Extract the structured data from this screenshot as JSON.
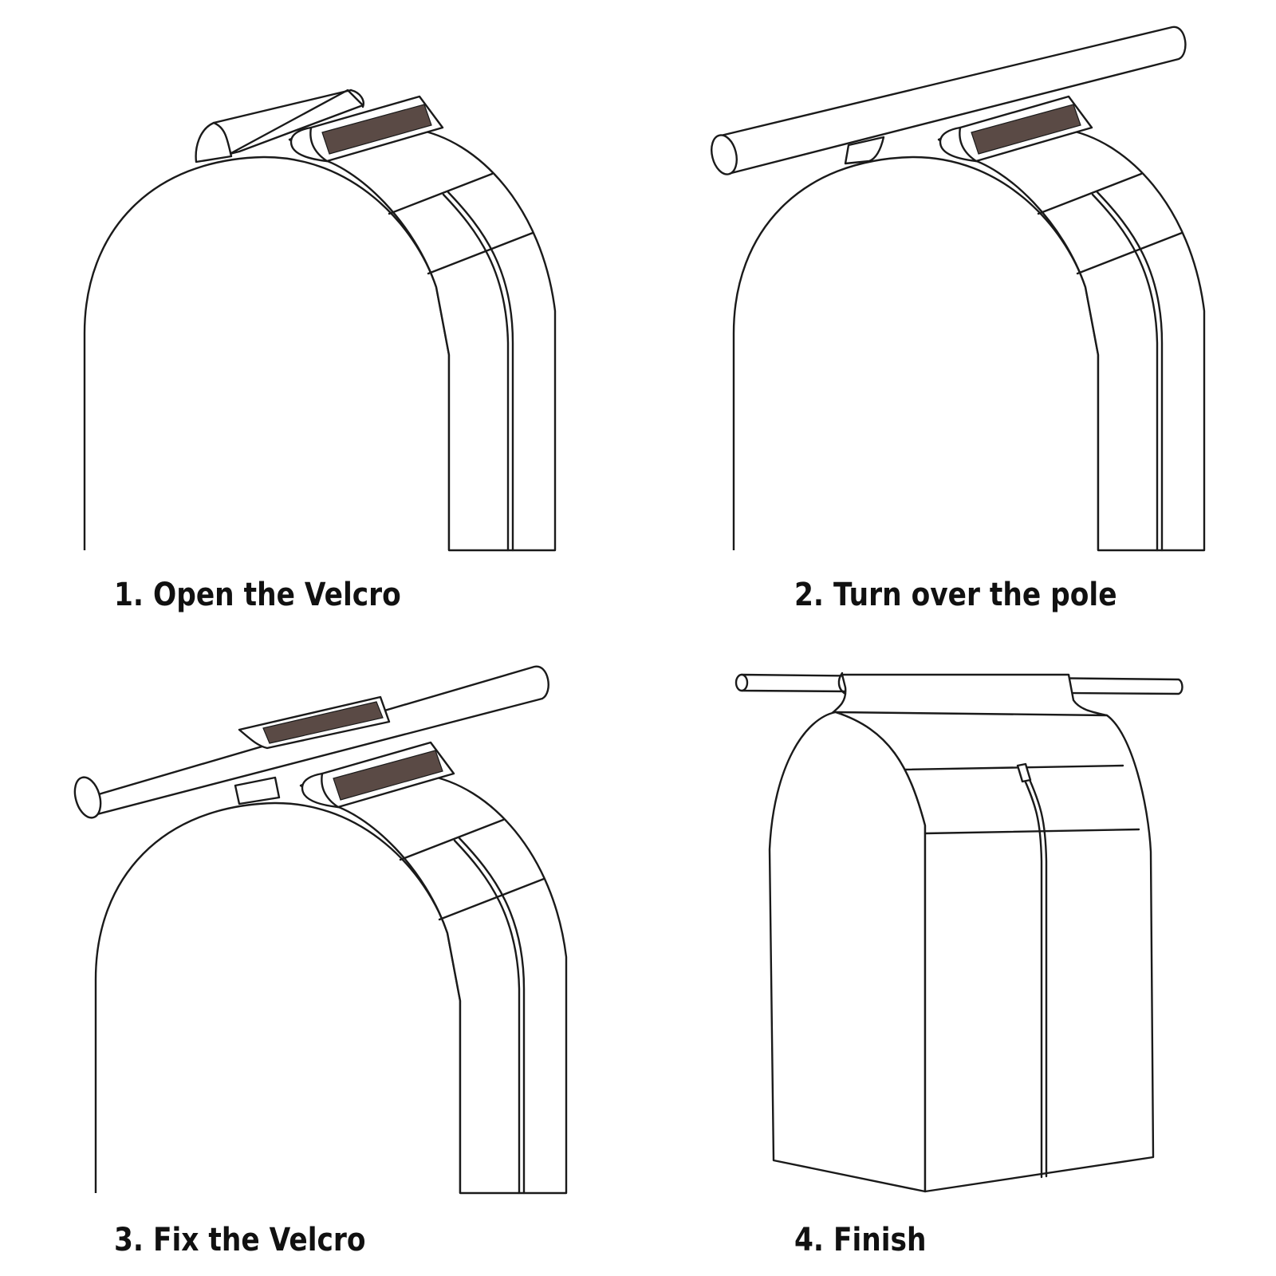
{
  "steps": [
    {
      "label": "1. Open the Velcro"
    },
    {
      "label": "2. Turn over the pole"
    },
    {
      "label": "3. Fix the Velcro"
    },
    {
      "label": "4. Finish"
    }
  ],
  "colors": {
    "line": "#1a1a1a",
    "velcro": "#5a4a45",
    "background": "#ffffff"
  }
}
